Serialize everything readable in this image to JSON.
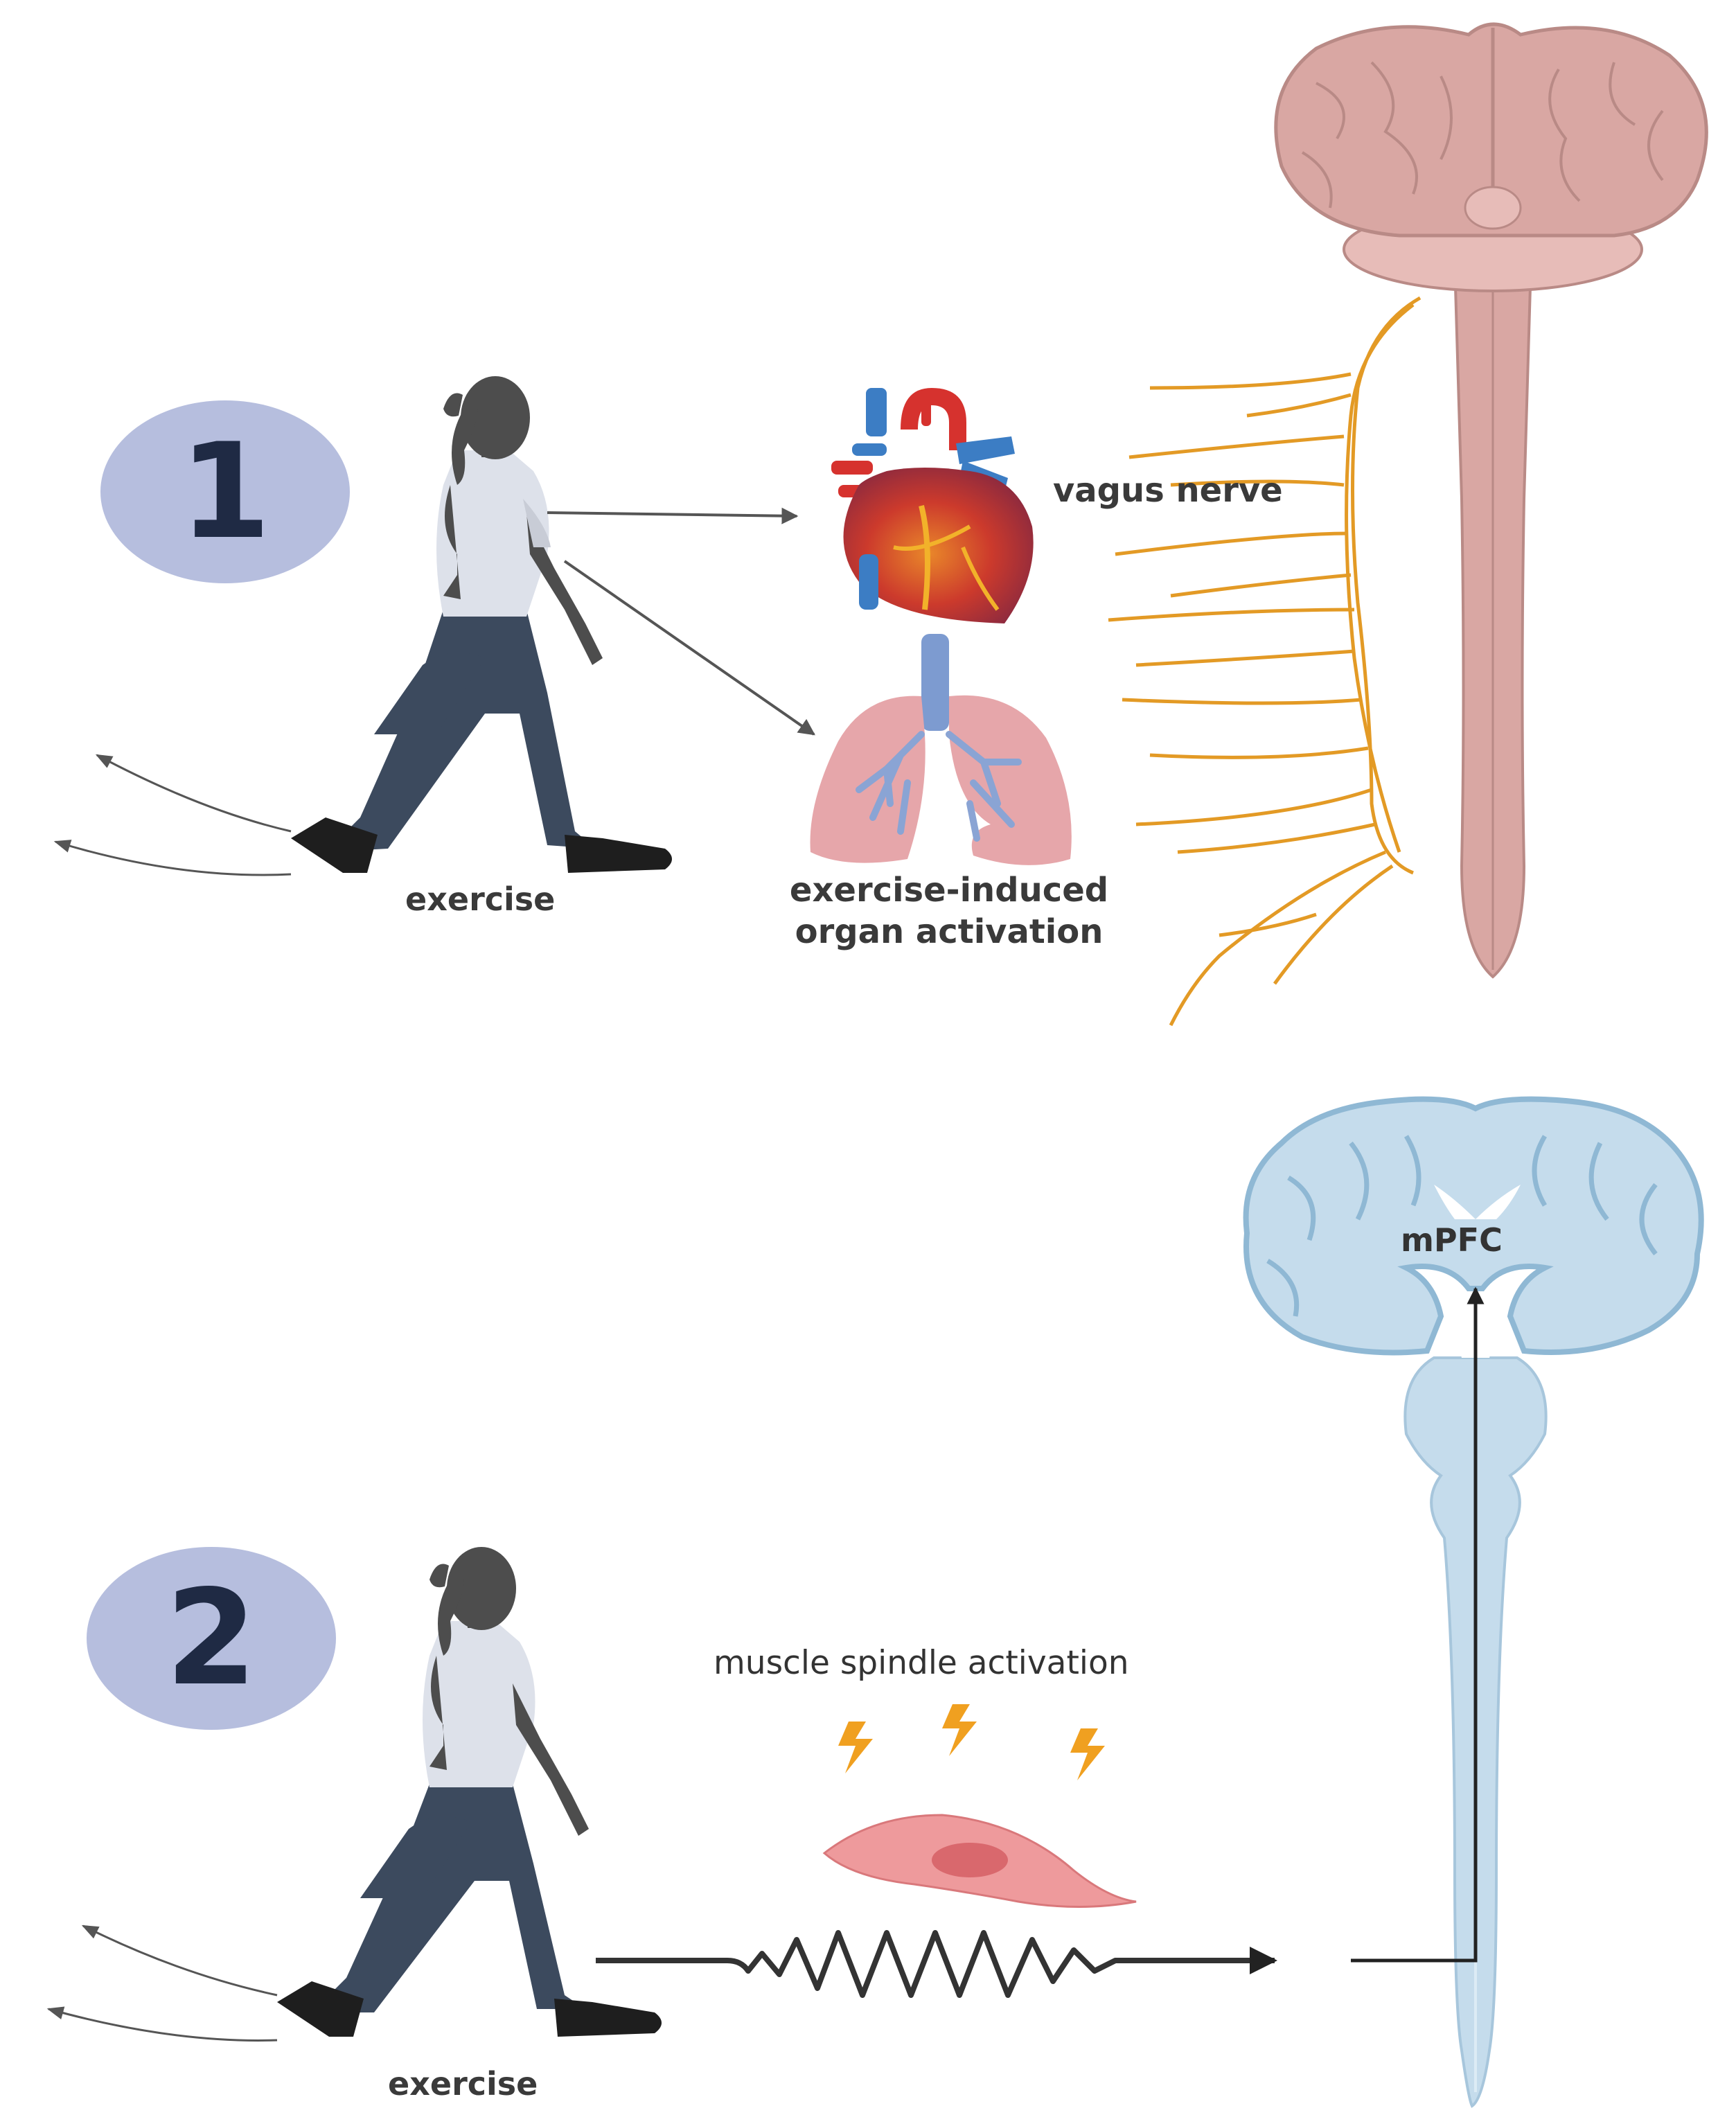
{
  "panel1": {
    "number": "1",
    "exercise_label": "exercise",
    "vagus_label": "vagus nerve",
    "organ_label": "exercise-induced organ activation"
  },
  "panel2": {
    "number": "2",
    "exercise_label": "exercise",
    "spindle_label": "muscle spindle activation",
    "mpfc_label": "mPFC"
  },
  "colors": {
    "badge": "#b6bede",
    "number": "#1f2a44",
    "skin": "#4d4d4d",
    "shirt": "#dde1ea",
    "pants": "#3c4a5e",
    "shoe": "#1e1e1e",
    "nerve": "#e39a25",
    "brain_pink": "#d9a7a3",
    "brain_blue": "#c5dcec",
    "heart_red": "#d6322e",
    "lung_pink": "#e6a6aa",
    "muscle": "#ee9a9c",
    "bolt": "#f0a020",
    "arrow": "#555555"
  }
}
